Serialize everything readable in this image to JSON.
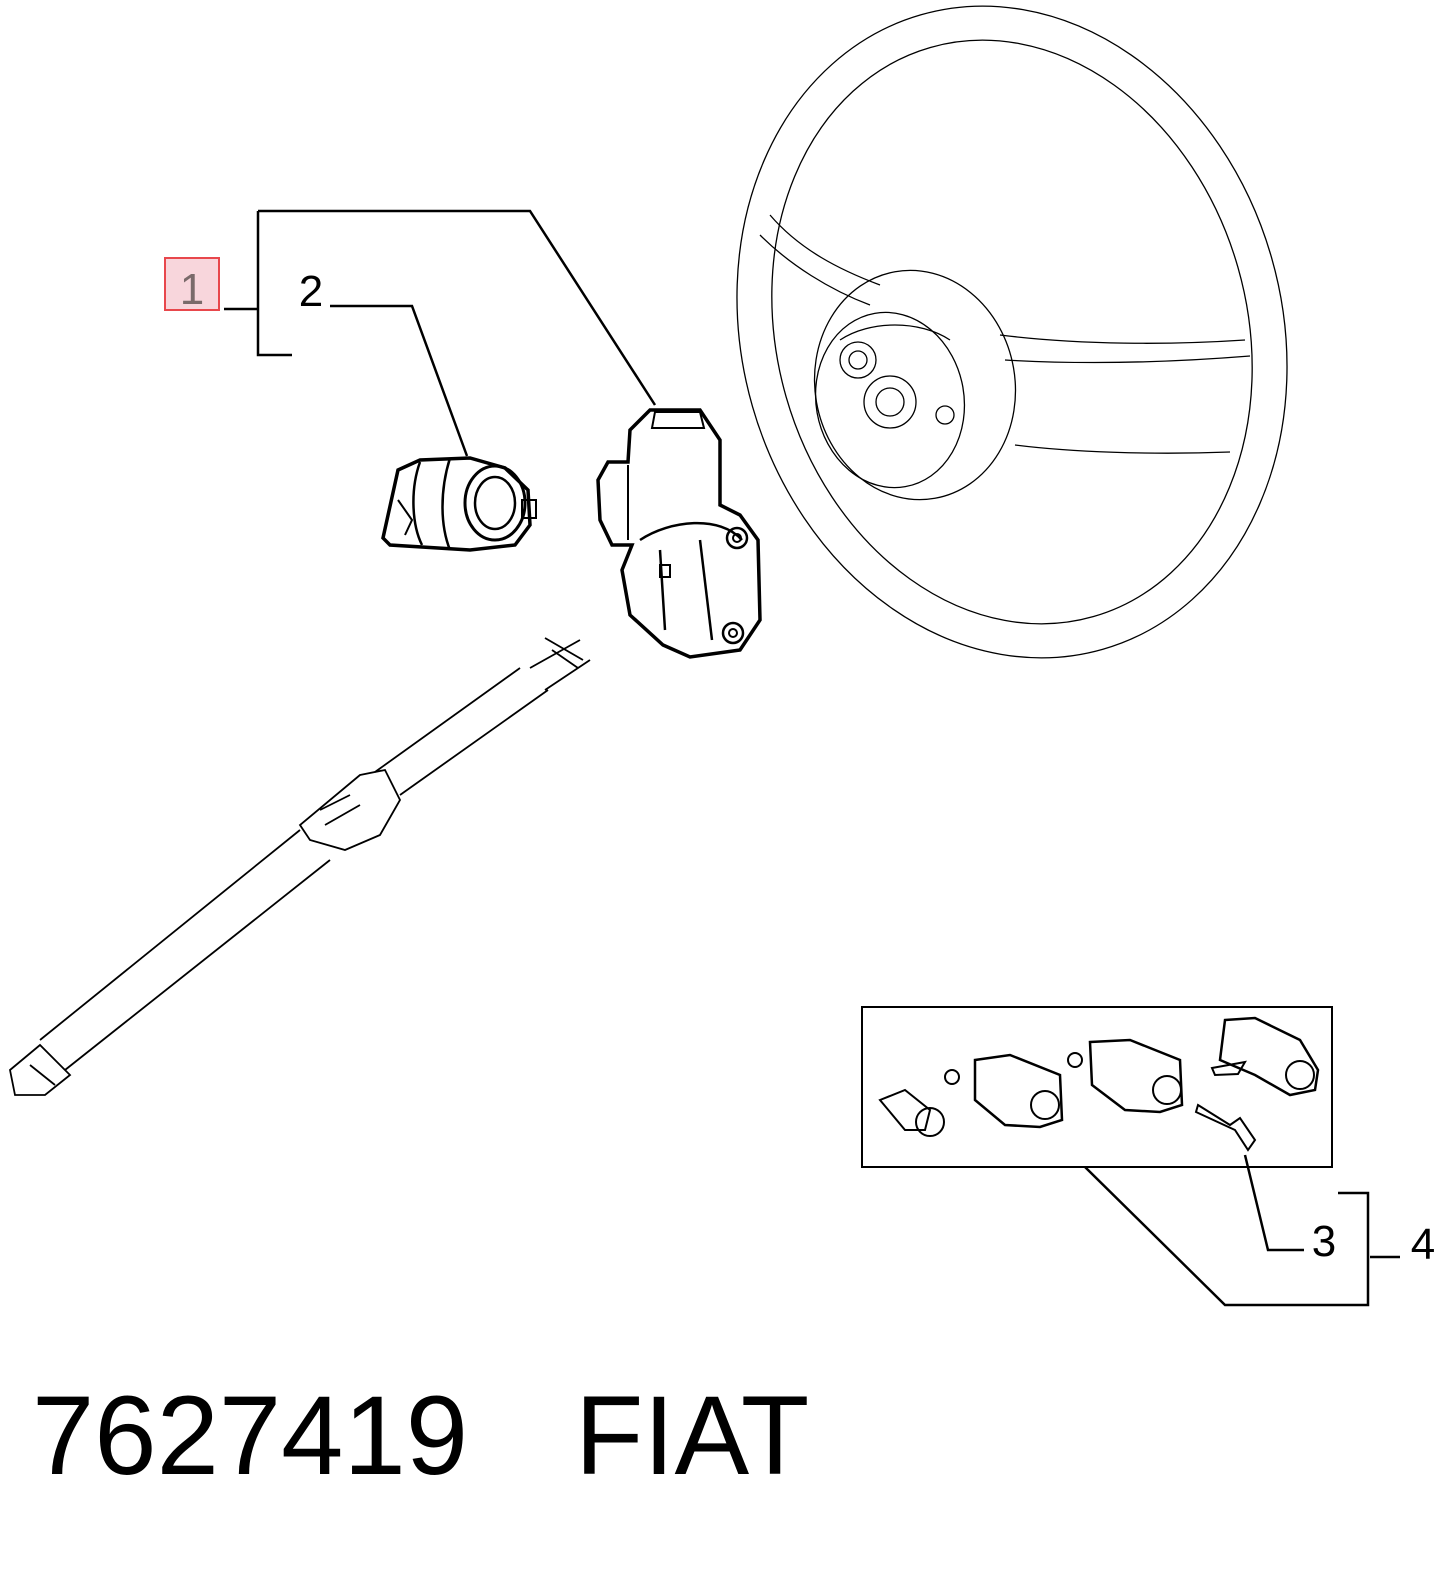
{
  "diagram": {
    "callouts": {
      "c1": "1",
      "c2": "2",
      "c3": "3",
      "c4": "4"
    },
    "highlighted_callout": "1",
    "highlight_color": "#e8474c",
    "highlight_fill": "#f8d6dc"
  },
  "footer": {
    "part_number": "7627419",
    "brand": "FIAT"
  }
}
